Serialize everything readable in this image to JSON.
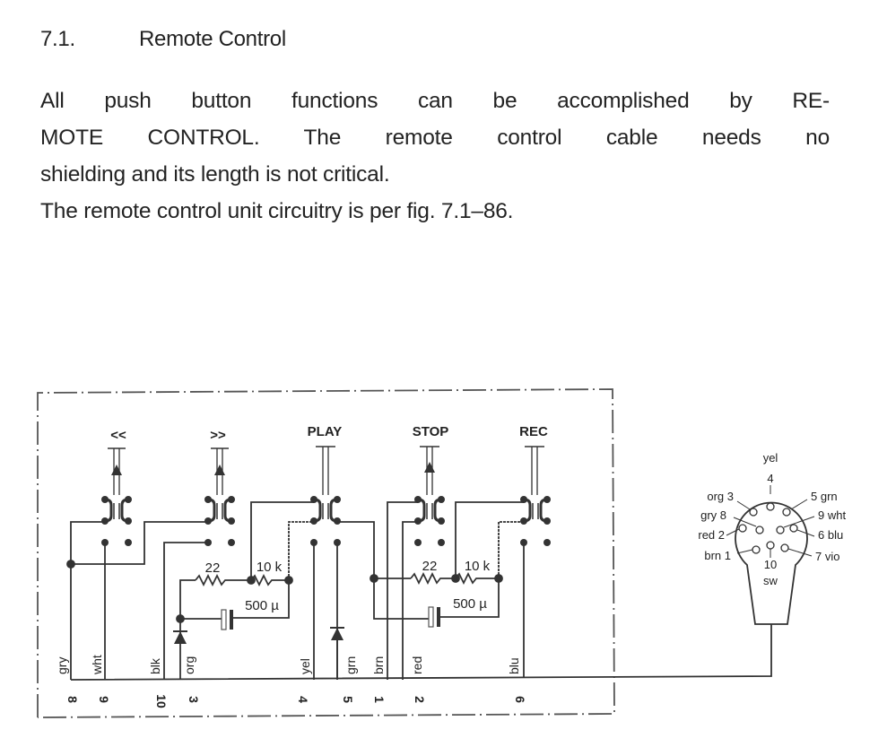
{
  "section": {
    "number": "7.1.",
    "title": "Remote Control"
  },
  "body": {
    "lines": [
      "All push button functions can be accomplished by RE-",
      "MOTE CONTROL. The remote control cable needs no",
      "shielding and its length is not critical.",
      "The remote control unit circuitry is per fig. 7.1–86."
    ]
  },
  "schematic": {
    "buttons": [
      "<<",
      ">>",
      "PLAY",
      "STOP",
      "REC"
    ],
    "components": {
      "resistor_left_1": "22",
      "resistor_left_2": "10 k",
      "capacitor_left": "500 µ",
      "resistor_right_1": "22",
      "resistor_right_2": "10 k",
      "capacitor_right": "500 µ"
    },
    "wires": [
      {
        "color": "gry",
        "pin": "8"
      },
      {
        "color": "wht",
        "pin": "9"
      },
      {
        "color": "blk",
        "pin": "10"
      },
      {
        "color": "org",
        "pin": "3"
      },
      {
        "color": "yel",
        "pin": "4"
      },
      {
        "color": "grn",
        "pin": "5"
      },
      {
        "color": "brn",
        "pin": "1"
      },
      {
        "color": "red",
        "pin": "2"
      },
      {
        "color": "blu",
        "pin": "6"
      }
    ],
    "connector": {
      "top_color": "yel",
      "top_pin": "4",
      "left": [
        "org 3",
        "gry 8",
        "red 2",
        "brn 1"
      ],
      "right": [
        "5 grn",
        "9 wht",
        "6 blu",
        "7 vio"
      ],
      "center_pin": "10",
      "center_label": "sw"
    }
  }
}
